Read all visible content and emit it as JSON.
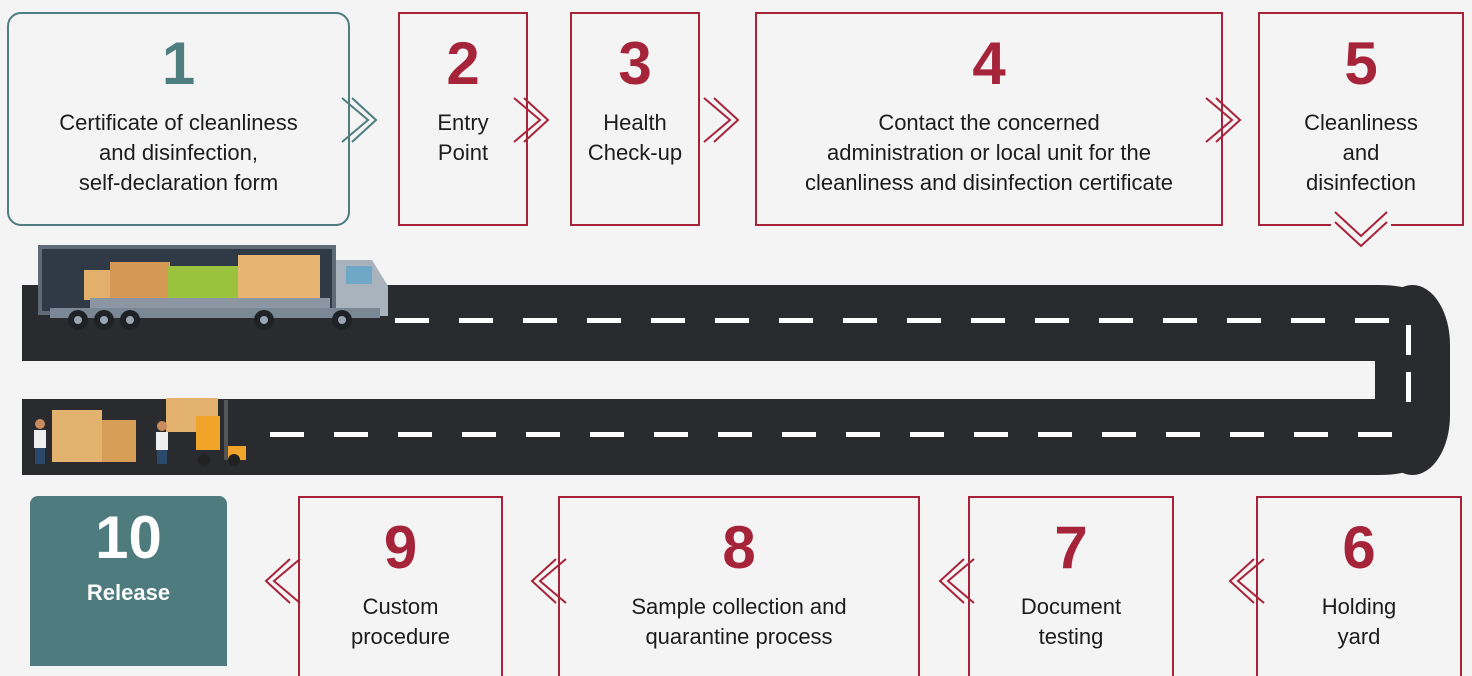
{
  "steps": [
    {
      "number": "1",
      "label": "Certificate of cleanliness\nand disinfection,\nself-declaration form"
    },
    {
      "number": "2",
      "label": "Entry\nPoint"
    },
    {
      "number": "3",
      "label": "Health\nCheck-up"
    },
    {
      "number": "4",
      "label": "Contact the concerned\nadministration or local unit for the\ncleanliness and disinfection certificate"
    },
    {
      "number": "5",
      "label": "Cleanliness\nand\ndisinfection"
    },
    {
      "number": "6",
      "label": "Holding\nyard"
    },
    {
      "number": "7",
      "label": "Document\ntesting"
    },
    {
      "number": "8",
      "label": "Sample collection and\nquarantine process"
    },
    {
      "number": "9",
      "label": "Custom\nprocedure"
    },
    {
      "number": "10",
      "label": "Release"
    }
  ],
  "colors": {
    "accent": "#a6243a",
    "teal": "#4e7d80",
    "road": "#2a2b2f"
  },
  "icons": [
    "truck-icon",
    "forklift-icon",
    "worker-icon",
    "pallet-icon",
    "chevron-right-icon",
    "chevron-down-icon",
    "chevron-left-icon"
  ]
}
